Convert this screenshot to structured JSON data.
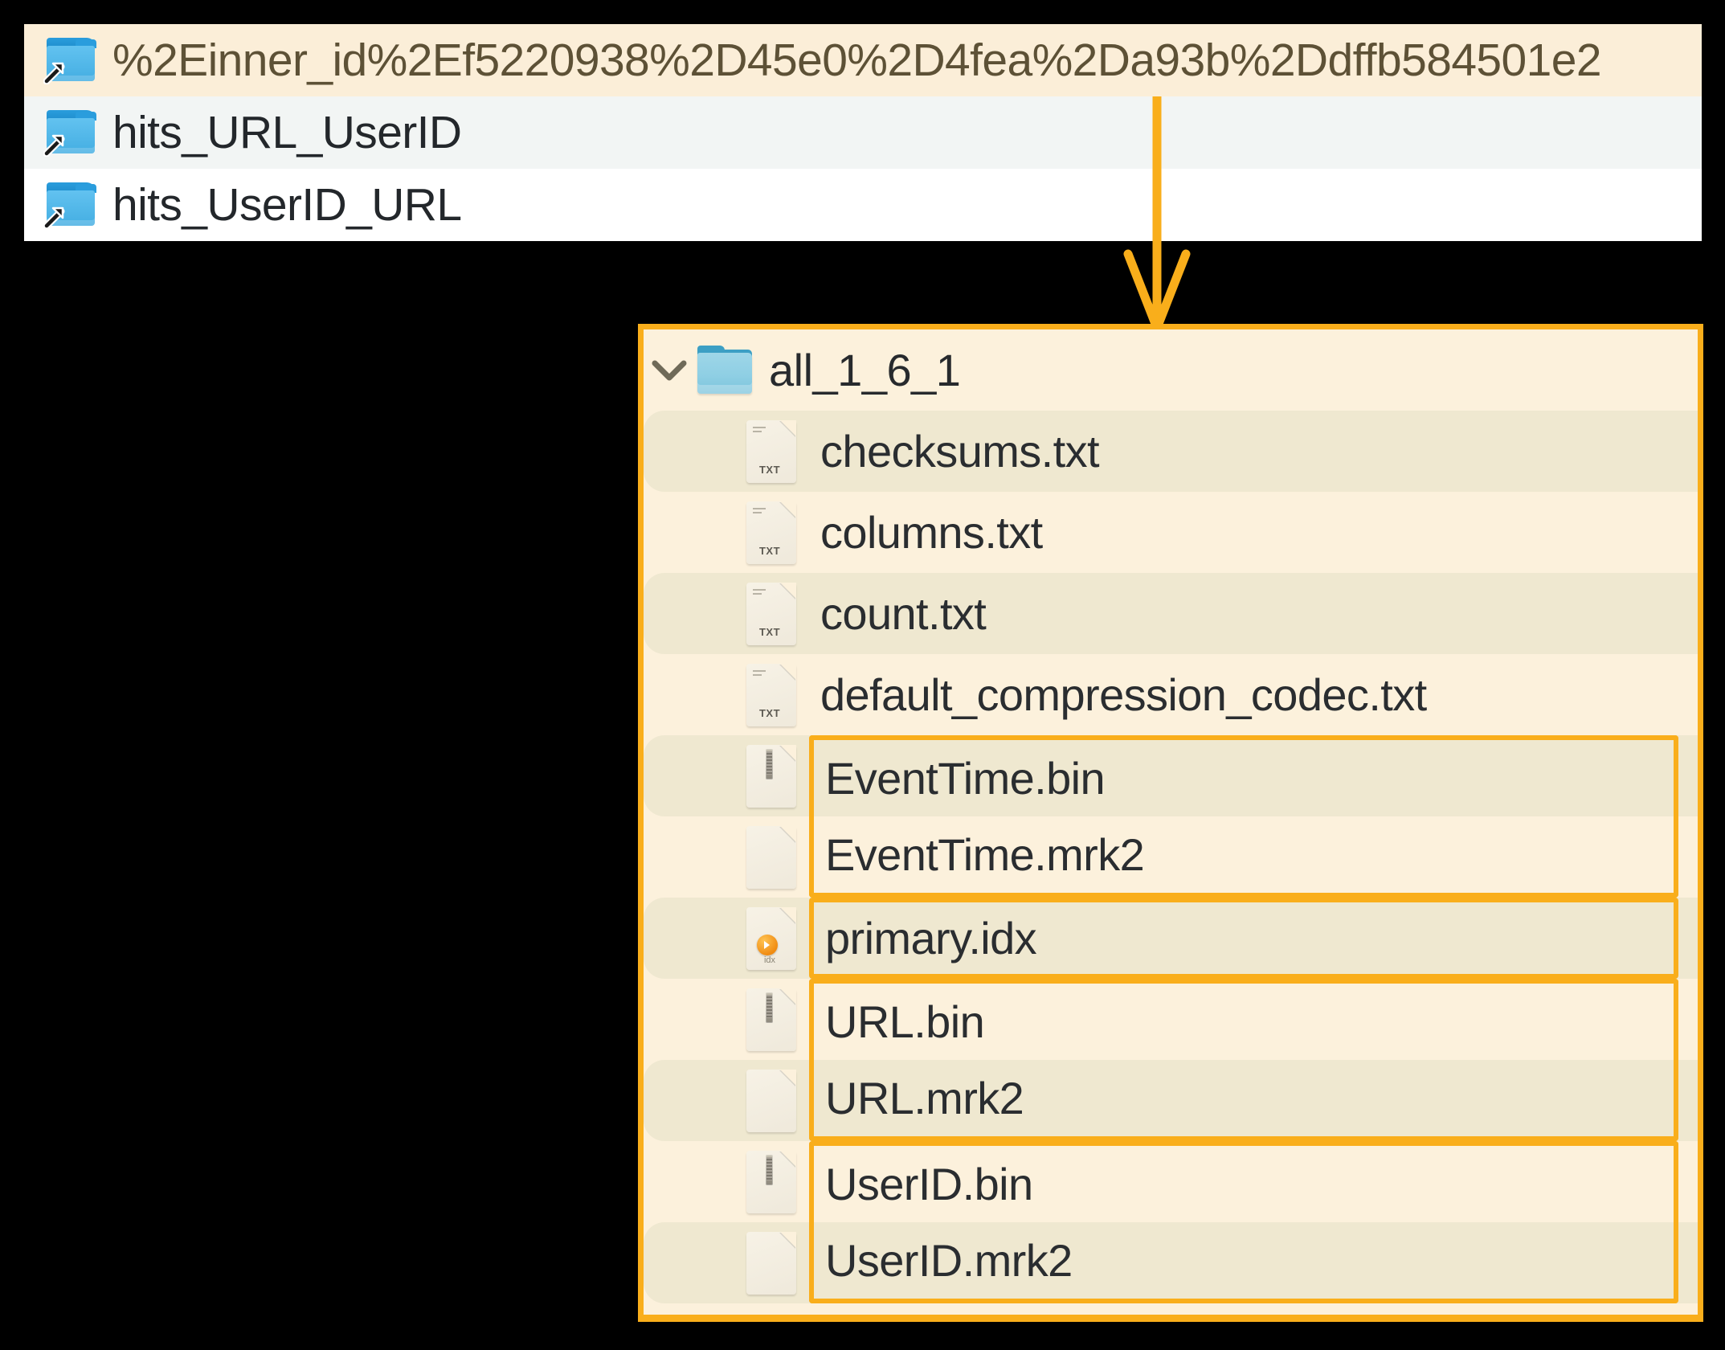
{
  "top_panel": {
    "rows": [
      {
        "label": "%2Einner_id%2Ef5220938%2D45e0%2D4fea%2Da93b%2Ddffb584501e2",
        "state": "selected",
        "icon": "folder-shortcut-icon"
      },
      {
        "label": "hits_URL_UserID",
        "state": "alternate",
        "icon": "folder-shortcut-icon"
      },
      {
        "label": "hits_UserID_URL",
        "state": "normal",
        "icon": "folder-shortcut-icon"
      }
    ]
  },
  "connector": {
    "kind": "arrow-down",
    "color": "#f9ae1b"
  },
  "bottom_panel": {
    "border_color": "#f9ae1b",
    "background": "#fcf1dc",
    "folder": {
      "name": "all_1_6_1",
      "expanded": true,
      "chevron": "chevron-down-icon",
      "icon": "folder-icon"
    },
    "files": [
      {
        "name": "checksums.txt",
        "icon": "txt-file-icon",
        "stripe": true,
        "highlight": "none"
      },
      {
        "name": "columns.txt",
        "icon": "txt-file-icon",
        "stripe": false,
        "highlight": "none"
      },
      {
        "name": "count.txt",
        "icon": "txt-file-icon",
        "stripe": true,
        "highlight": "none"
      },
      {
        "name": "default_compression_codec.txt",
        "icon": "txt-file-icon",
        "stripe": false,
        "highlight": "none"
      },
      {
        "name": "EventTime.bin",
        "icon": "binary-file-icon",
        "stripe": true,
        "highlight": "top"
      },
      {
        "name": "EventTime.mrk2",
        "icon": "blank-file-icon",
        "stripe": false,
        "highlight": "bottom"
      },
      {
        "name": "primary.idx",
        "icon": "index-file-icon",
        "stripe": true,
        "highlight": "solo"
      },
      {
        "name": "URL.bin",
        "icon": "binary-file-icon",
        "stripe": false,
        "highlight": "top"
      },
      {
        "name": "URL.mrk2",
        "icon": "blank-file-icon",
        "stripe": true,
        "highlight": "bottom"
      },
      {
        "name": "UserID.bin",
        "icon": "binary-file-icon",
        "stripe": false,
        "highlight": "top"
      },
      {
        "name": "UserID.mrk2",
        "icon": "blank-file-icon",
        "stripe": true,
        "highlight": "bottom"
      }
    ]
  },
  "colors": {
    "accent": "#f9ae1b",
    "selected_row": "#fbeed8",
    "alt_row": "#f2f5f4",
    "panel_bg": "#fcf1dc",
    "stripe": "#efe8d0",
    "folder_blue": "#44aee2"
  }
}
